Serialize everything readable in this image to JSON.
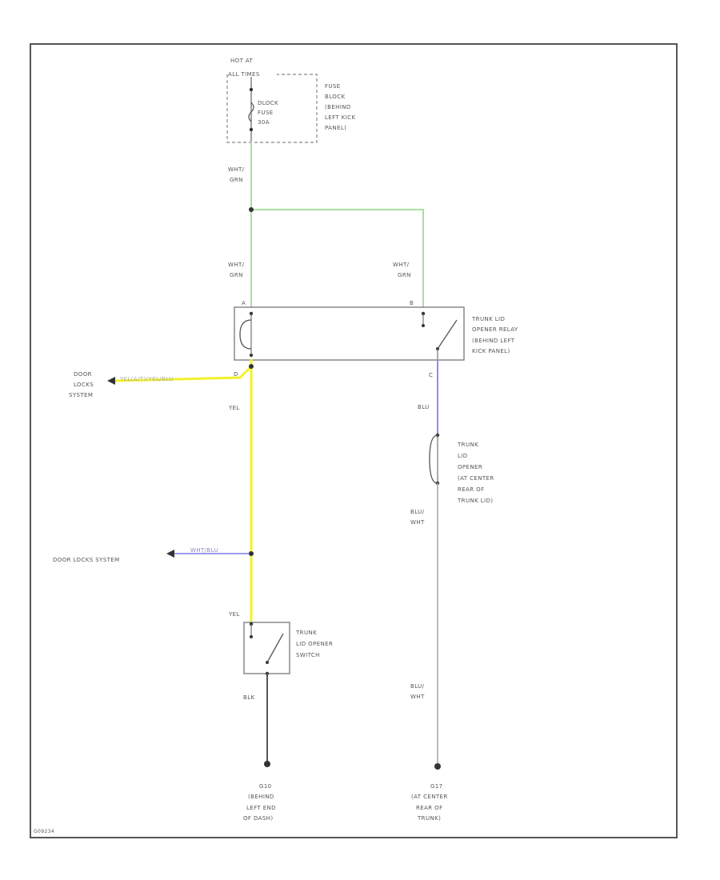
{
  "colors": {
    "frame": "#555555",
    "wire_grn": "#a8e0a0",
    "wire_yel": "#f2f22a",
    "wire_blu": "#8c8cf5",
    "wire_wht_blu": "#9b9bee",
    "wire_gray": "#aaaaaa",
    "wire_blk": "#555555",
    "dot": "#333333"
  },
  "icons": [
    "fuse-icon",
    "relay-coil-icon",
    "switch-contact-icon",
    "solenoid-icon",
    "ground-icon",
    "arrow-icon"
  ],
  "fuse_block": {
    "source": [
      "HOT AT",
      "ALL TIMES"
    ],
    "fuse": [
      "DLOCK",
      "FUSE",
      "30A"
    ],
    "block": [
      "FUSE",
      "BLOCK",
      "(BEHIND",
      "LEFT KICK",
      "PANEL)"
    ]
  },
  "wire_labels": {
    "top_wht_grn": [
      "WHT/",
      "GRN"
    ],
    "relay_left_in": [
      "WHT/",
      "GRN"
    ],
    "relay_right_in": [
      "WHT/",
      "GRN"
    ],
    "door_lock_yel_blu": "YEL(A/T)/YEL/BLU",
    "yel_main": "YEL",
    "blu": "BLU",
    "blu_wht_1": [
      "BLU/",
      "WHT"
    ],
    "wht_blu": "WHT/BLU",
    "yel_switch": "YEL",
    "blk": "BLK",
    "blu_wht_2": [
      "BLU/",
      "WHT"
    ]
  },
  "pins": {
    "relay_a": "A",
    "relay_b": "B",
    "relay_c": "C",
    "relay_d": "D"
  },
  "relay": [
    "TRUNK LID",
    "OPENER RELAY",
    "(BEHIND LEFT",
    "KICK PANEL)"
  ],
  "door_locks_1": [
    "DOOR",
    "LOCKS",
    "SYSTEM"
  ],
  "door_locks_2": "DOOR LOCKS SYSTEM",
  "trunk_opener": [
    "TRUNK",
    "LID",
    "OPENER",
    "(AT CENTER",
    "REAR OF",
    "TRUNK LID)"
  ],
  "trunk_switch": [
    "TRUNK",
    "LID OPENER",
    "SWITCH"
  ],
  "ground_g10": [
    "G10",
    "(BEHIND",
    "LEFT END",
    "OF DASH)"
  ],
  "ground_g17": [
    "G17",
    "(AT CENTER",
    "REAR OF",
    "TRUNK)"
  ],
  "footer_code": "G09234"
}
